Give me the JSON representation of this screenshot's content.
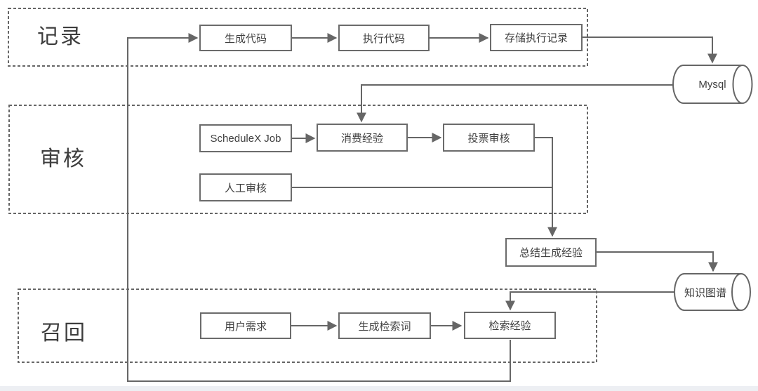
{
  "diagram": {
    "sections": {
      "record": {
        "label": "记录"
      },
      "review": {
        "label": "审核"
      },
      "recall": {
        "label": "召回"
      }
    },
    "nodes": {
      "generate_code": {
        "label": "生成代码"
      },
      "execute_code": {
        "label": "执行代码"
      },
      "store_exec_record": {
        "label": "存储执行记录"
      },
      "schedulex_job": {
        "label": "ScheduleX Job"
      },
      "consume_experience": {
        "label": "消费经验"
      },
      "vote_review": {
        "label": "投票审核"
      },
      "manual_review": {
        "label": "人工审核"
      },
      "summarize_experience": {
        "label": "总结生成经验"
      },
      "user_requirement": {
        "label": "用户需求"
      },
      "generate_search_terms": {
        "label": "生成检索词"
      },
      "retrieve_experience": {
        "label": "检索经验"
      }
    },
    "datastores": {
      "mysql": {
        "label": "Mysql"
      },
      "knowledge_graph": {
        "label": "知识图谱"
      }
    },
    "colors": {
      "line": "#666666",
      "box_border": "#6b6b6b",
      "text": "#404040",
      "background": "#ffffff",
      "footer_band": "#edeff3"
    }
  }
}
